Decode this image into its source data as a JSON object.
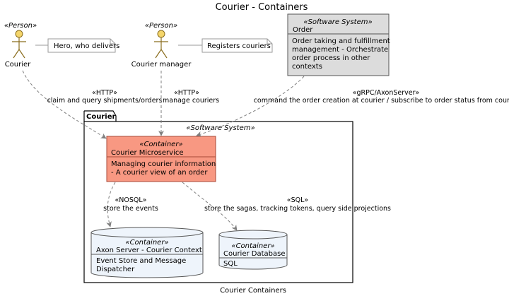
{
  "title": "Courier - Containers",
  "caption": "Courier Containers",
  "actors": {
    "courier": {
      "stereotype": "«Person»",
      "name": "Courier",
      "note": "Hero, who delivers"
    },
    "manager": {
      "stereotype": "«Person»",
      "name": "Courier manager",
      "note": "Registers couriers"
    }
  },
  "order": {
    "stereotype": "«Software System»",
    "name": "Order",
    "description": [
      "Order taking and fulfillment",
      "management - Orchestrate",
      "order process in other",
      "contexts"
    ]
  },
  "boundary": {
    "label": "Courier",
    "stereotype": "«Software System»"
  },
  "microservice": {
    "stereotype": "«Container»",
    "name": "Courier Microservice",
    "description": [
      "Managing courier information",
      "- A courier view of an order"
    ]
  },
  "axon": {
    "stereotype": "«Container»",
    "name": "Axon Server - Courier Context",
    "description": [
      "Event Store and Message",
      "Dispatcher"
    ]
  },
  "database": {
    "stereotype": "«Container»",
    "name": "Courier Database",
    "description": [
      "SQL"
    ]
  },
  "relations": {
    "courier_ms": {
      "protocol": "«HTTP»",
      "label": "claim and query shipments/orders"
    },
    "manager_ms": {
      "protocol": "«HTTP»",
      "label": "manage couriers"
    },
    "order_ms": {
      "protocol": "«gRPC/AxonServer»",
      "label": "command the order creation at courier / subscribe to order status from courier"
    },
    "ms_axon": {
      "protocol": "«NOSQL»",
      "label": "store the events"
    },
    "ms_db": {
      "protocol": "«SQL»",
      "label": "store the sagas, tracking tokens, query side projections"
    }
  },
  "colors": {
    "person_head": "#f4d56a",
    "order_fill": "#dcdcdc",
    "container_fill": "#f89882",
    "db_fill": "#eef4fb",
    "line": "#7f7f7f"
  }
}
